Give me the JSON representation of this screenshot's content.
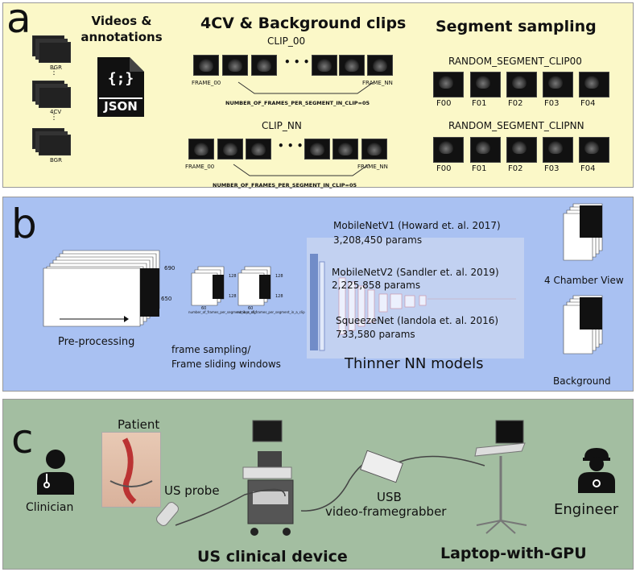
{
  "panel_a": {
    "letter": "a",
    "videos_title": "Videos &",
    "videos_title2": "annotations",
    "json_label": "JSON",
    "json_braces": "{;}",
    "clips_title": "4CV & Background clips",
    "clip00": "CLIP_00",
    "clipnn": "CLIP_NN",
    "frame00": "FRAME_00",
    "framenn": "FRAME_NN",
    "dots": "• • •",
    "nframes": "NUMBER_OF_FRAMES_PER_SEGMENT_IN_CLIP=05",
    "seg_title": "Segment sampling",
    "rand00": "RANDOM_SEGMENT_CLIP00",
    "randnn": "RANDOM_SEGMENT_CLIPNN",
    "f_labels": [
      "F00",
      "F01",
      "F02",
      "F03",
      "F04"
    ],
    "small_labels": [
      "BGR",
      "4CV",
      "BGR"
    ]
  },
  "panel_b": {
    "letter": "b",
    "dim690": "690",
    "dim650": "650",
    "dim128a": "128",
    "dim128b": "128",
    "dim128c": "128",
    "dim128d": "128",
    "dim60a": "60",
    "dim60b": "60",
    "small_caption": "number_of_frames_per_segment_in_a_clip",
    "preproc": "Pre-processing",
    "sampling1": "frame sampling/",
    "sampling2": "Frame sliding windows",
    "m1": "MobileNetV1 (Howard et. al. 2017)",
    "m1p": "3,208,450 params",
    "m2": "MobileNetV2 (Sandler et. al. 2019)",
    "m2p": "2,225,858 params",
    "m3": "SqueezeNet (Iandola et. al. 2016)",
    "m3p": "733,580 params",
    "thinner": "Thinner NN models",
    "fourcv": "4 Chamber View",
    "bg": "Background"
  },
  "panel_c": {
    "letter": "c",
    "patient": "Patient",
    "usprobe": "US probe",
    "clinician": "Clinician",
    "usb1": "USB",
    "usb2": "video-framegrabber",
    "engineer": "Engineer",
    "device": "US clinical device",
    "laptop": "Laptop-with-GPU"
  },
  "colors": {
    "a_bg": "#fbf8c8",
    "b_bg": "#a9c1f2",
    "c_bg": "#a3bea1"
  }
}
